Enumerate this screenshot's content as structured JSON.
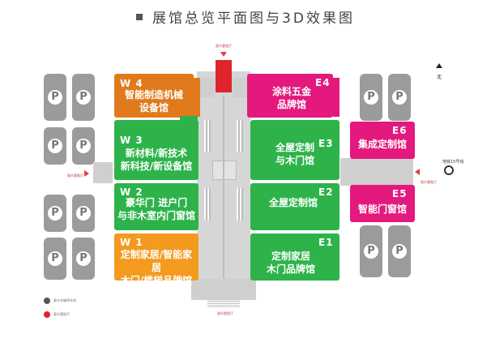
{
  "title": "展馆总览平面图与3D效果图",
  "compass": "北",
  "halls": {
    "w4": {
      "code": "W 4",
      "name": "智能制造机械\n设备馆",
      "color": "#e07a1c"
    },
    "w3": {
      "code": "W 3",
      "name": "新材料/新技术\n新科技/新设备馆",
      "color": "#2db34a"
    },
    "w2": {
      "code": "W 2",
      "name": "豪华门 进户门\n与非木室内门窗馆",
      "color": "#2db34a"
    },
    "w1": {
      "code": "W 1",
      "name": "定制家居/智能家居\n木门/楼梯品牌馆",
      "color": "#f39a1f"
    },
    "e4": {
      "code": "E4",
      "name": "涂料五金\n品牌馆",
      "color": "#e3197d"
    },
    "e3": {
      "code": "E3",
      "name": "全屋定制\n与木门馆",
      "color": "#2db34a"
    },
    "e2": {
      "code": "E2",
      "name": "全屋定制馆",
      "color": "#2db34a"
    },
    "e1": {
      "code": "E1",
      "name": "定制家居\n木门品牌馆",
      "color": "#2db34a"
    },
    "e6": {
      "code": "E6",
      "name": "集成定制馆",
      "color": "#e3197d"
    },
    "e5": {
      "code": "E5",
      "name": "智能门窗馆",
      "color": "#e3197d"
    }
  },
  "parking_icon": "P",
  "metro_label": "地铁15号线",
  "entrance_labels": {
    "north": "观众登陆厅",
    "south": "观众登陆厅",
    "west": "观众登陆厅",
    "east": "观众登陆厅"
  },
  "legend": {
    "parking": "观众车辆停车场",
    "entrance": "观众登陆厅"
  },
  "colors": {
    "orange": "#e07a1c",
    "green": "#2db34a",
    "magenta": "#e3197d",
    "red": "#e0242b",
    "parking": "#9b9b9b"
  }
}
